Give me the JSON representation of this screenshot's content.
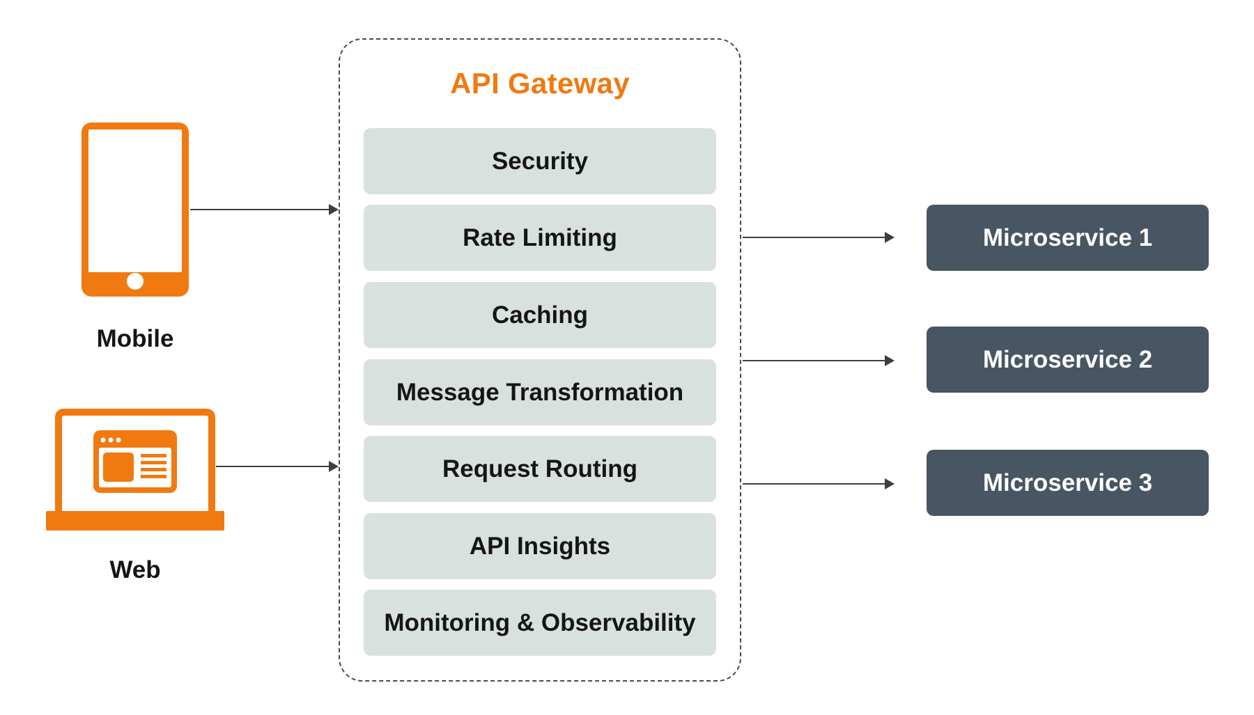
{
  "gateway": {
    "title": "API Gateway",
    "features": [
      "Security",
      "Rate Limiting",
      "Caching",
      "Message Transformation",
      "Request Routing",
      "API Insights",
      "Monitoring & Observability"
    ]
  },
  "clients": {
    "mobile_label": "Mobile",
    "web_label": "Web"
  },
  "services": [
    "Microservice 1",
    "Microservice 2",
    "Microservice 3"
  ],
  "icons": {
    "mobile": "mobile-phone-icon",
    "web": "laptop-browser-icon"
  },
  "colors": {
    "accent": "#f07a10",
    "feature_fill": "#d9e1de",
    "service_fill": "#485562",
    "text": "#151515"
  }
}
